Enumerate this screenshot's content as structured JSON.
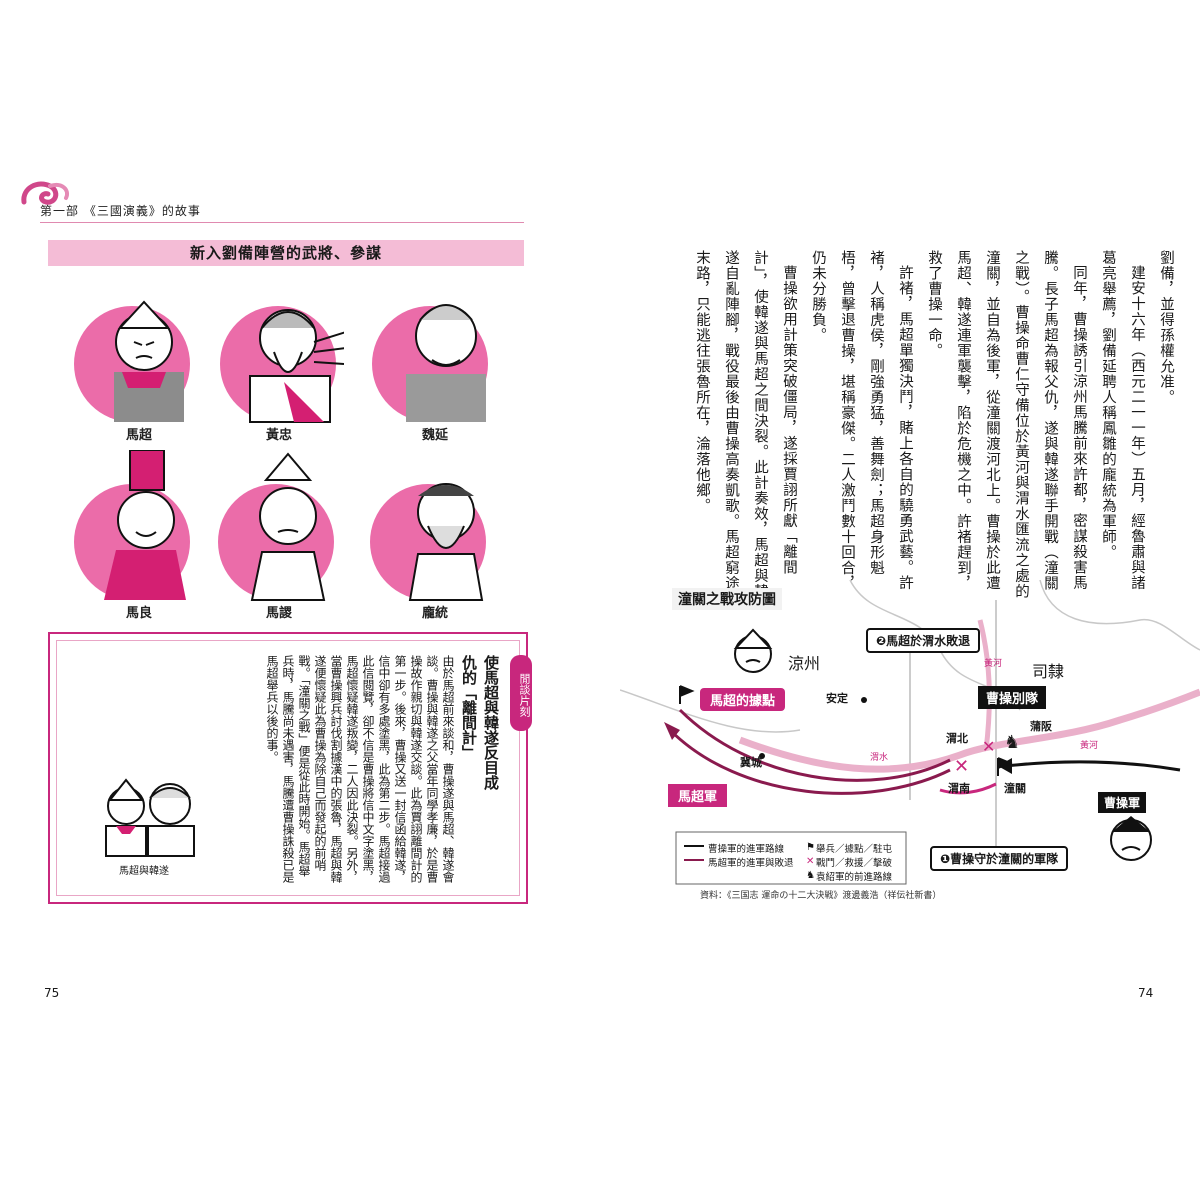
{
  "header": {
    "title": "第一部 《三國演義》的故事"
  },
  "banner": {
    "title": "新入劉備陣營的武將、參謀"
  },
  "portraits": [
    {
      "name": "馬超"
    },
    {
      "name": "黃忠"
    },
    {
      "name": "魏延"
    },
    {
      "name": "馬良"
    },
    {
      "name": "馬謖"
    },
    {
      "name": "龐統"
    }
  ],
  "column": {
    "badge": "閒談片刻",
    "title": "使馬超與韓遂反目成仇的「離間計」",
    "body": "由於馬超前來談和，曹操遂與馬超、韓遂會談。曹操與韓遂之父當年同學孝廉，於是曹操故作親切與韓遂交談。此為賈詡離間計的第一步。後來，曹操又送一封信函給韓遂，信中卻有多處塗黑，此為第二步。馬超接過此信閱覽，卻不信是曹操將信中文字塗黑，馬超懷疑韓遂叛變，二人因此決裂。另外，當曹操興兵討伐割據漢中的張魯，馬超與韓遂便懷疑此為曹操為除自己而發起的前哨戰。「潼關之戰」便是從此時開始。馬超舉兵時，馬騰尚未遇害，馬騰遭曹操誅殺已是馬超舉兵以後的事。",
    "caption": "馬超與韓遂"
  },
  "main_text": {
    "paragraphs": [
      "劉備，並得孫權允准。",
      "建安十六年（西元二一一年）五月，經魯肅與諸葛亮舉薦，劉備延聘人稱鳳雛的龐統為軍師。",
      "同年，曹操誘引涼州馬騰前來許都，密謀殺害馬騰。長子馬超為報父仇，遂與韓遂聯手開戰（潼關之戰）。曹操命曹仁守備位於黃河與渭水匯流之處的潼關，並自為後軍，從潼關渡河北上。曹操於此遭馬超、韓遂連軍襲擊，陷於危機之中。許褚趕到，救了曹操一命。",
      "許褚，馬超單獨決鬥，賭上各自的驍勇武藝。許褚，人稱虎侯，剛強勇猛，善舞劍；馬超身形魁梧，曾擊退曹操，堪稱豪傑。二人激鬥數十回合，仍未分勝負。",
      "曹操欲用計策突破僵局，遂採賈詡所獻「離間計」，使韓遂與馬超之間決裂。此計奏效，馬超與韓遂自亂陣腳，戰役最後由曹操高奏凱歌。馬超窮途末路，只能逃往張魯所在，淪落他鄉。"
    ]
  },
  "map": {
    "title": "潼關之戰攻防圖",
    "labels": {
      "liangzhou": "涼州",
      "sili": "司隸",
      "huanghe_top": "黃河",
      "huanghe_right": "黃河",
      "weishui": "渭水",
      "anding": "安定",
      "jicheng": "冀城",
      "weibei": "渭北",
      "weinan": "渭南",
      "tongguan": "潼關",
      "puban": "蒲阪"
    },
    "callouts": {
      "machao_base": "馬超的據點",
      "machao_army": "馬超軍",
      "cao_detach": "曹操別隊",
      "cao_army": "曹操軍",
      "step1": "❶曹操守於潼關的軍隊",
      "step2": "❷馬超於渭水敗退"
    },
    "legend": {
      "cao_route": "曹操軍的進軍路線",
      "ma_route": "馬超軍的進軍與敗退",
      "base": "舉兵／據點／駐屯",
      "battle": "戰鬥／救援／擊破",
      "yuan_route": "袁紹軍的前進路線"
    },
    "source": "資料：《三国志 運命の十二大決戦》渡邊義浩（祥伝社新書）"
  },
  "pages": {
    "left": "75",
    "right": "74"
  },
  "colors": {
    "accent": "#c8277d",
    "pink_light": "#f4bcd6",
    "river": "#e9a6c6"
  }
}
